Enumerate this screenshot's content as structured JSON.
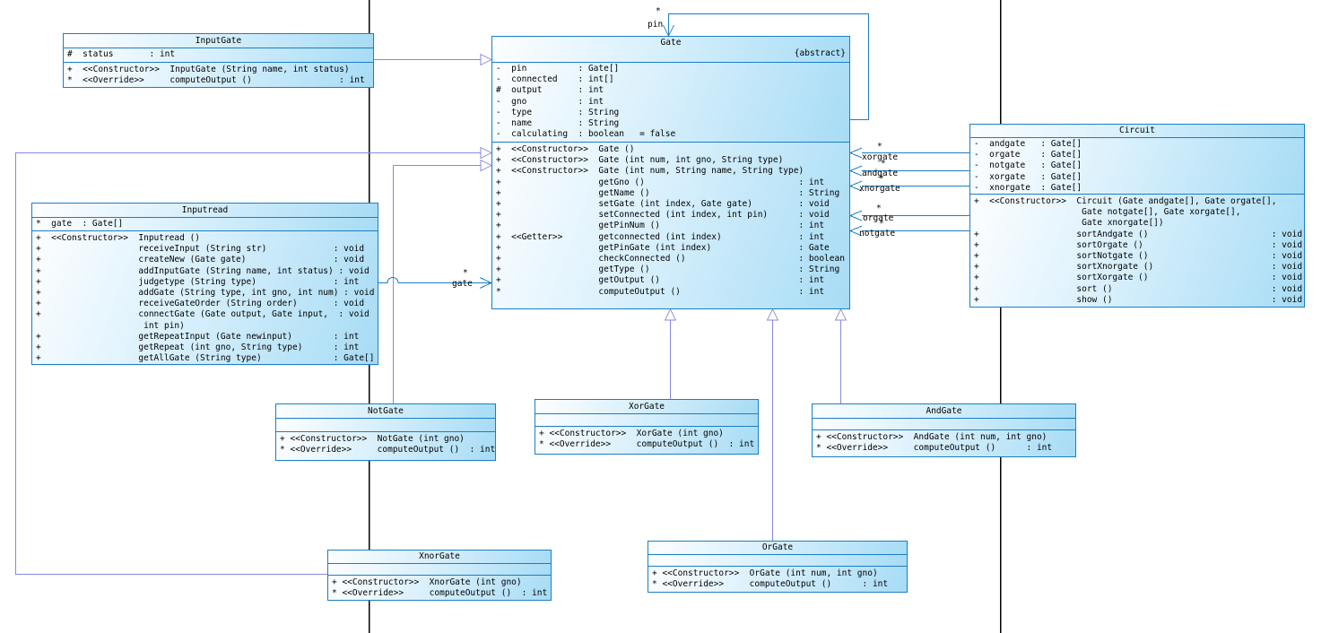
{
  "diagram": {
    "colors": {
      "box_border": "#1b7ec4",
      "box_fill_light": "#fdfeff",
      "box_fill_blue": "#a7dcf5",
      "association_line": "#1b7ec4",
      "generalization_line": "#8888dd",
      "frame_line": "#000000"
    },
    "classes": [
      {
        "name": "InputGate",
        "abstract_tag": "",
        "attributes": [
          "#  status       : int"
        ],
        "operations": [
          "+  <<Constructor>>  InputGate (String name, int status)",
          "*  <<Override>>     computeOutput ()                 : int"
        ]
      },
      {
        "name": "Gate",
        "abstract_tag": "{abstract}",
        "attributes": [
          "-  pin          : Gate[]",
          "-  connected    : int[]",
          "#  output       : int",
          "-  gno          : int",
          "-  type         : String",
          "-  name         : String",
          "-  calculating  : boolean   = false"
        ],
        "operations": [
          "+  <<Constructor>>  Gate ()",
          "+  <<Constructor>>  Gate (int num, int gno, String type)",
          "+  <<Constructor>>  Gate (int num, String name, String type)",
          "+                   getGno ()                              : int",
          "+                   getName ()                             : String",
          "+                   setGate (int index, Gate gate)         : void",
          "+                   setConnected (int index, int pin)      : void",
          "+                   getPinNum ()                           : int",
          "+  <<Getter>>       getconnected (int index)               : int",
          "+                   getPinGate (int index)                 : Gate",
          "+                   checkConnected ()                      : boolean",
          "+                   getType ()                             : String",
          "+                   getOutput ()                           : int",
          "*                   computeOutput ()                       : int"
        ]
      },
      {
        "name": "Inputread",
        "abstract_tag": "",
        "attributes": [
          "*  gate  : Gate[]"
        ],
        "operations": [
          "+  <<Constructor>>  Inputread ()",
          "+                   receiveInput (String str)             : void",
          "+                   createNew (Gate gate)                 : void",
          "+                   addInputGate (String name, int status) : void",
          "+                   judgetype (String type)               : int",
          "+                   addGate (String type, int gno, int num) : void",
          "+                   receiveGateOrder (String order)       : void",
          "+                   connectGate (Gate output, Gate input,  : void\n                     int pin)",
          "+                   getRepeatInput (Gate newinput)        : int",
          "+                   getRepeat (int gno, String type)      : int",
          "+                   getAllGate (String type)              : Gate[]"
        ]
      },
      {
        "name": "Circuit",
        "abstract_tag": "",
        "attributes": [
          "-  andgate   : Gate[]",
          "-  orgate    : Gate[]",
          "-  notgate   : Gate[]",
          "-  xorgate   : Gate[]",
          "-  xnorgate  : Gate[]"
        ],
        "operations": [
          "+  <<Constructor>>  Circuit (Gate andgate[], Gate orgate[],\n                     Gate notgate[], Gate xorgate[],\n                     Gate xnorgate[])",
          "+                   sortAndgate ()                        : void",
          "+                   sortOrgate ()                         : void",
          "+                   sortNotgate ()                        : void",
          "+                   sortXnorgate ()                       : void",
          "+                   sortXorgate ()                        : void",
          "+                   sort ()                               : void",
          "+                   show ()                               : void"
        ]
      },
      {
        "name": "NotGate",
        "abstract_tag": "",
        "attributes": [],
        "operations": [
          "+ <<Constructor>>  NotGate (int gno)",
          "* <<Override>>     computeOutput ()  : int"
        ]
      },
      {
        "name": "XorGate",
        "abstract_tag": "",
        "attributes": [],
        "operations": [
          "+ <<Constructor>>  XorGate (int gno)",
          "* <<Override>>     computeOutput ()  : int"
        ]
      },
      {
        "name": "AndGate",
        "abstract_tag": "",
        "attributes": [],
        "operations": [
          "+ <<Constructor>>  AndGate (int num, int gno)",
          "* <<Override>>     computeOutput ()      : int"
        ]
      },
      {
        "name": "XnorGate",
        "abstract_tag": "",
        "attributes": [],
        "operations": [
          "+ <<Constructor>>  XnorGate (int gno)",
          "* <<Override>>     computeOutput ()  : int"
        ]
      },
      {
        "name": "OrGate",
        "abstract_tag": "",
        "attributes": [],
        "operations": [
          "+ <<Constructor>>  OrGate (int num, int gno)",
          "* <<Override>>     computeOutput ()      : int"
        ]
      }
    ],
    "associations": {
      "pin": {
        "mult": "*",
        "role": "pin"
      },
      "gate": {
        "mult": "*",
        "role": "gate"
      },
      "xorgate": {
        "mult": "*",
        "role": "xorgate"
      },
      "andgate": {
        "mult": "*",
        "role": "andgate"
      },
      "xnorgate": {
        "mult": "*",
        "role": "xnorgate"
      },
      "orgate": {
        "mult": "*",
        "role": "orgate"
      },
      "notgate": {
        "mult": "*",
        "role": "notgate"
      }
    }
  }
}
